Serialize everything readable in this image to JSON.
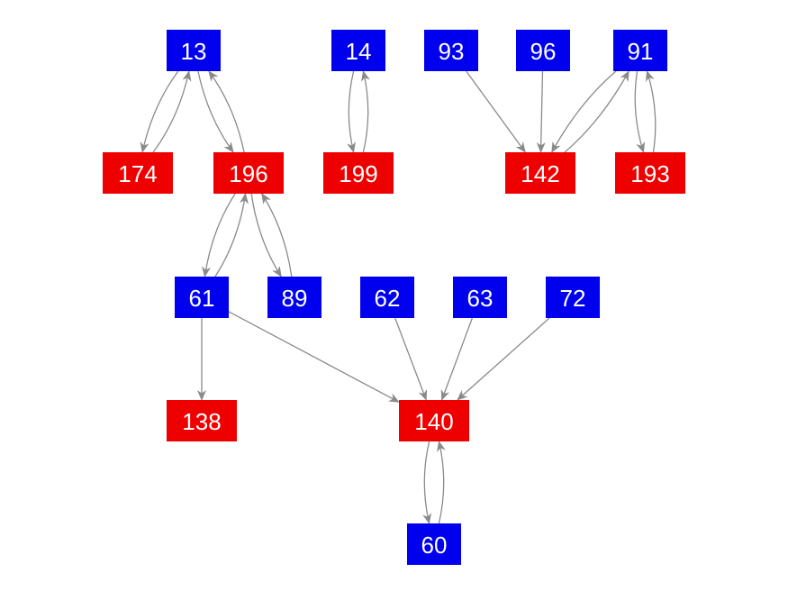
{
  "colors": {
    "blue": "#0000ee",
    "red": "#ee0000",
    "edge": "#8a8a8a",
    "label": "#ffffff"
  },
  "nodes": [
    {
      "id": "13",
      "label": "13",
      "color": "blue"
    },
    {
      "id": "14",
      "label": "14",
      "color": "blue"
    },
    {
      "id": "93",
      "label": "93",
      "color": "blue"
    },
    {
      "id": "96",
      "label": "96",
      "color": "blue"
    },
    {
      "id": "91",
      "label": "91",
      "color": "blue"
    },
    {
      "id": "174",
      "label": "174",
      "color": "red"
    },
    {
      "id": "196",
      "label": "196",
      "color": "red"
    },
    {
      "id": "199",
      "label": "199",
      "color": "red"
    },
    {
      "id": "142",
      "label": "142",
      "color": "red"
    },
    {
      "id": "193",
      "label": "193",
      "color": "red"
    },
    {
      "id": "61",
      "label": "61",
      "color": "blue"
    },
    {
      "id": "89",
      "label": "89",
      "color": "blue"
    },
    {
      "id": "62",
      "label": "62",
      "color": "blue"
    },
    {
      "id": "63",
      "label": "63",
      "color": "blue"
    },
    {
      "id": "72",
      "label": "72",
      "color": "blue"
    },
    {
      "id": "138",
      "label": "138",
      "color": "red"
    },
    {
      "id": "140",
      "label": "140",
      "color": "red"
    },
    {
      "id": "60",
      "label": "60",
      "color": "blue"
    }
  ],
  "edges": [
    {
      "from": "13",
      "to": "174"
    },
    {
      "from": "174",
      "to": "13"
    },
    {
      "from": "13",
      "to": "196"
    },
    {
      "from": "196",
      "to": "13"
    },
    {
      "from": "14",
      "to": "199"
    },
    {
      "from": "199",
      "to": "14"
    },
    {
      "from": "93",
      "to": "142"
    },
    {
      "from": "96",
      "to": "142"
    },
    {
      "from": "91",
      "to": "142"
    },
    {
      "from": "142",
      "to": "91"
    },
    {
      "from": "91",
      "to": "193"
    },
    {
      "from": "193",
      "to": "91"
    },
    {
      "from": "196",
      "to": "61"
    },
    {
      "from": "61",
      "to": "196"
    },
    {
      "from": "196",
      "to": "89"
    },
    {
      "from": "89",
      "to": "196"
    },
    {
      "from": "61",
      "to": "138"
    },
    {
      "from": "61",
      "to": "140"
    },
    {
      "from": "62",
      "to": "140"
    },
    {
      "from": "63",
      "to": "140"
    },
    {
      "from": "72",
      "to": "140"
    },
    {
      "from": "140",
      "to": "60"
    },
    {
      "from": "60",
      "to": "140"
    }
  ]
}
